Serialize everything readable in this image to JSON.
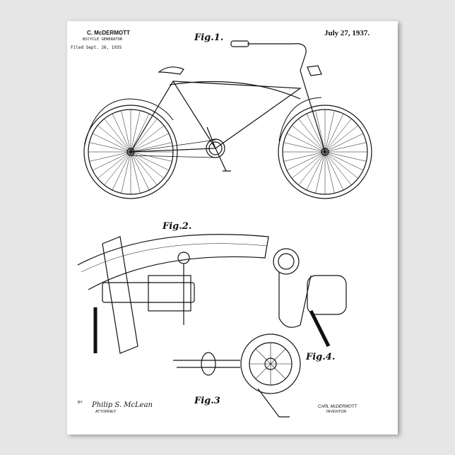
{
  "header": {
    "inventor_name": "C. McDERMOTT",
    "title": "BICYCLE GENERATOR",
    "filed": "Filed Sept. 26, 1935",
    "date": "July 27, 1937."
  },
  "figures": {
    "fig1": "Fig.1.",
    "fig2": "Fig.2.",
    "fig3": "Fig.3",
    "fig4": "Fig.4."
  },
  "footer": {
    "by": "BY",
    "attorney_signature": "Philip S. McLean",
    "attorney_label": "ATTORNEY",
    "inventor_signature": "CARL McDERMOTT",
    "inventor_label": "INVENTOR"
  }
}
